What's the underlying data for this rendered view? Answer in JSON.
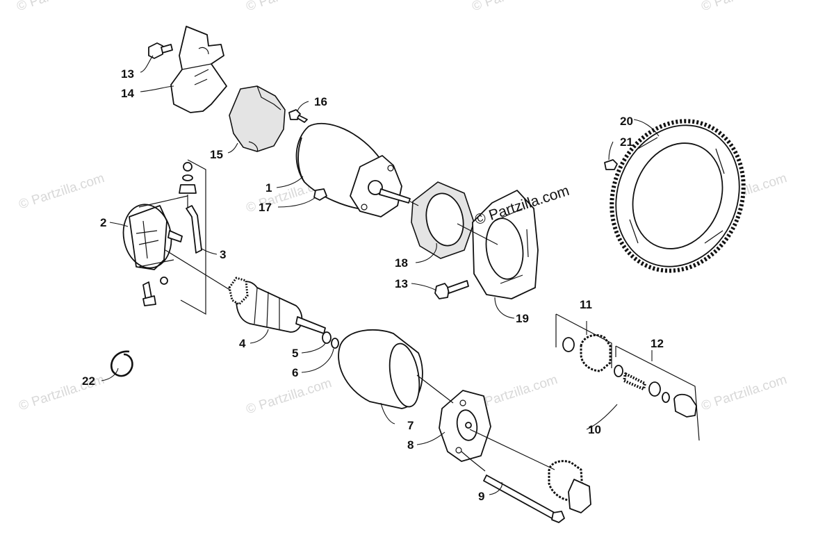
{
  "watermarks": {
    "main": "© Partzilla.com",
    "faint": "© Partzilla.com",
    "faint_short": "© Partz"
  },
  "callouts": {
    "c1": "1",
    "c2": "2",
    "c3": "3",
    "c4": "4",
    "c5": "5",
    "c6": "6",
    "c7": "7",
    "c8": "8",
    "c9": "9",
    "c10": "10",
    "c11": "11",
    "c12": "12",
    "c13a": "13",
    "c13b": "13",
    "c14": "14",
    "c15": "15",
    "c16": "16",
    "c17": "17",
    "c18": "18",
    "c19": "19",
    "c20": "20",
    "c21": "21",
    "c22": "22"
  }
}
